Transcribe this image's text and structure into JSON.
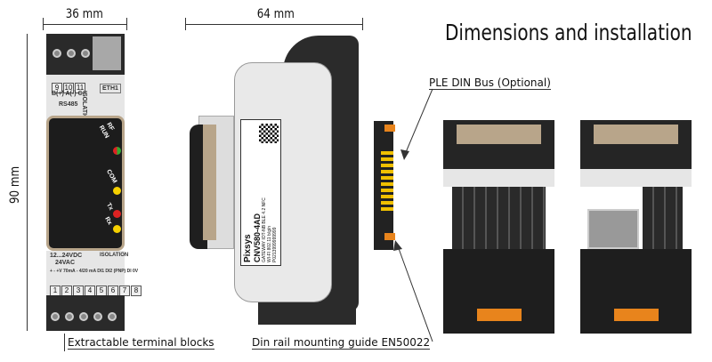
{
  "title": "Dimensions and installation",
  "dimensions": {
    "width_front": "36 mm",
    "width_side": "64 mm",
    "height": "90 mm"
  },
  "callouts": {
    "din_bus": "PLE DIN Bus (Optional)",
    "terminals": "Extractable terminal blocks",
    "rail": "Din rail mounting guide EN50022"
  },
  "front": {
    "top_terminals": [
      "9",
      "10",
      "11"
    ],
    "top_terminal_labels": "B(+) A(-)  C",
    "rs485": "RS485",
    "isolation": "ISOLATION",
    "eth": "ETH1",
    "leds": [
      "RF",
      "RUN",
      "COM",
      "Tx",
      "Rx"
    ],
    "power": "12...24VDC",
    "power2": "24VAC",
    "bottom_labels": "+  -  +V 70mA  -  4/20 mA  DI1 DI2 (PNP)  DI 0V",
    "bottom_isolation": "ISOLATION",
    "bottom_terminals": [
      "1",
      "2",
      "3",
      "4",
      "5",
      "6",
      "7",
      "8"
    ]
  },
  "label": {
    "brand": "Pixsys",
    "model": "CNV580-4AD",
    "line1": "GATEWAY IOT-NB BLE 4.2 NFC",
    "line2": "WI-FI 802.11 b/g/n",
    "serial": "P0213999999999"
  }
}
